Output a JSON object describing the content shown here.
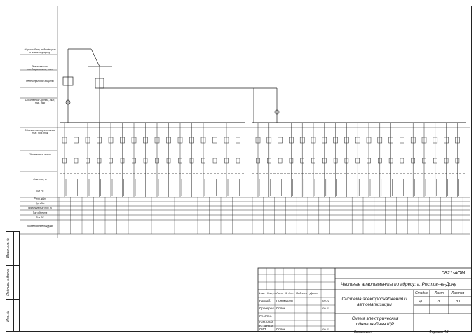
{
  "drawing_code": "0821-АОМ",
  "project_title": "Частные апартаменты по адресу: г. Ростов-на-Дону",
  "sheet_title": "Система электроснабжения и автоматизации",
  "sheet_subtitle": "Схема электрическая однолинейная ЩР",
  "stage_label": "Стадия",
  "sheet_label": "Лист",
  "sheets_label": "Листов",
  "stage": "РД",
  "sheet_no": "3",
  "sheets_total": "30",
  "copied": "Копировал",
  "format": "Формат А3",
  "rev_headers": [
    "Изм.",
    "Кол.уч",
    "Лист",
    "№ док.",
    "Подпись",
    "Дата"
  ],
  "signatures": [
    {
      "role": "Разраб.",
      "name": "Пономарев",
      "date": "09.21"
    },
    {
      "role": "Проверил",
      "name": "Попов",
      "date": "09.21"
    },
    {
      "role": "Гл. спец.",
      "name": "",
      "date": ""
    },
    {
      "role": "Нач. отд.",
      "name": "",
      "date": ""
    },
    {
      "role": "Н. контр.",
      "name": "",
      "date": ""
    },
    {
      "role": "ГИП",
      "name": "Попов",
      "date": "09.21"
    }
  ],
  "side_stamp": [
    "Взам.инв.№",
    "Подпись и дата",
    "Инв.№"
  ],
  "left_headers": [
    "Марка кабеля, подводящего к этажному щиту",
    "Выключатель, предохранитель, тип",
    "Реле и приборы защиты",
    "Обозначение группы, тип, ном. ток",
    "Обозначение группы линии, тип, ном. ток",
    "Обозначение линии",
    "Ном. ток, А",
    "Тип РЕ"
  ],
  "table_row_labels": [
    "Руст, кВт",
    "Рр, кВт",
    "Номинальный ток, А",
    "Тип объекта",
    "Тип РЕ",
    "Наименование нагрузки"
  ]
}
